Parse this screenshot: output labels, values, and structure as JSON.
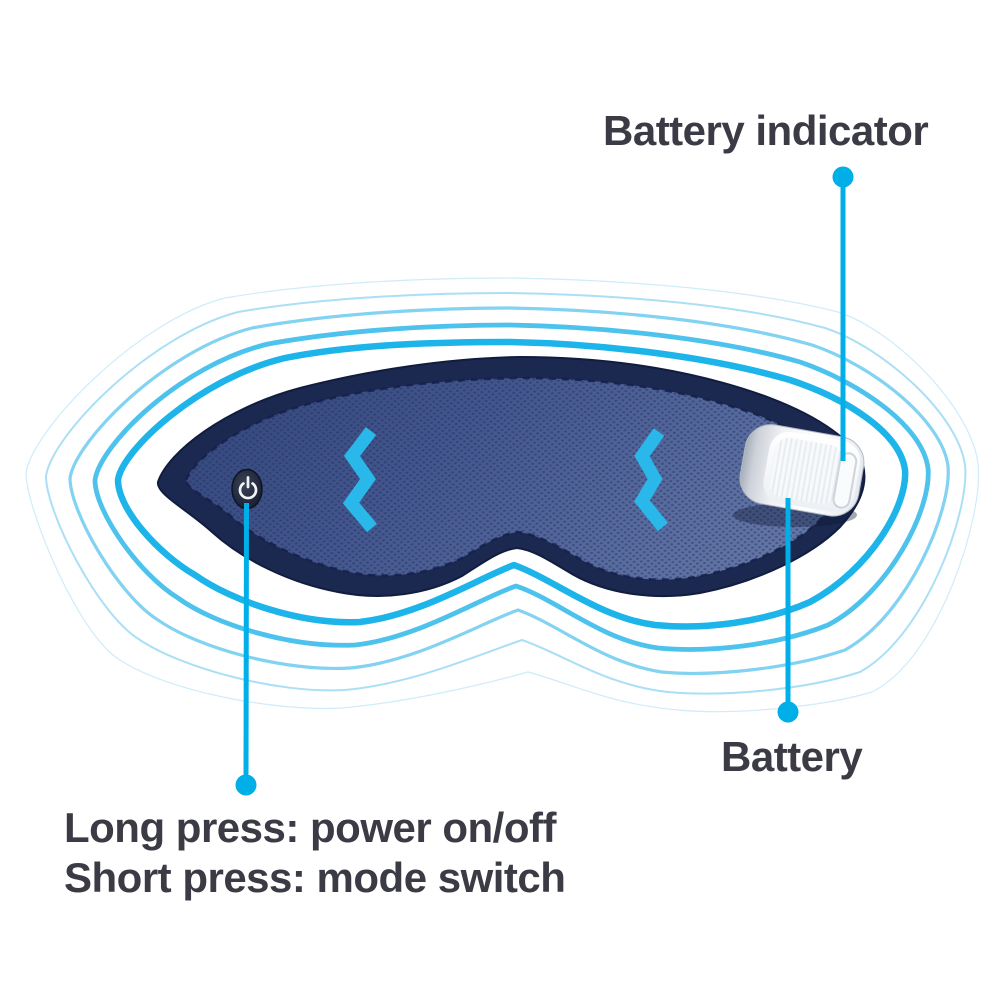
{
  "labels": {
    "battery_indicator": "Battery indicator",
    "battery": "Battery",
    "power_instruction_line1": "Long press: power on/off",
    "power_instruction_line2": "Short press: mode switch"
  },
  "colors": {
    "background": "#ffffff",
    "callout_accent": "#00aee8",
    "label_text": "#3b3b45",
    "mask_border_navy": "#1b2850",
    "mask_fabric_blue": "#47598f",
    "vibration_icon_cyan": "#2ab7ea",
    "contour_cyan_inner": "#1db4e9",
    "contour_cyan_outer": "#cfecfa",
    "battery_module_silver": "#c9ced6",
    "power_button_dark": "#1c2233"
  },
  "icons": {
    "power_button": "power-icon",
    "vibration": "vibration-zigzag-icon",
    "battery_window": "battery-indicator-window",
    "callout_dot": "callout-dot"
  }
}
